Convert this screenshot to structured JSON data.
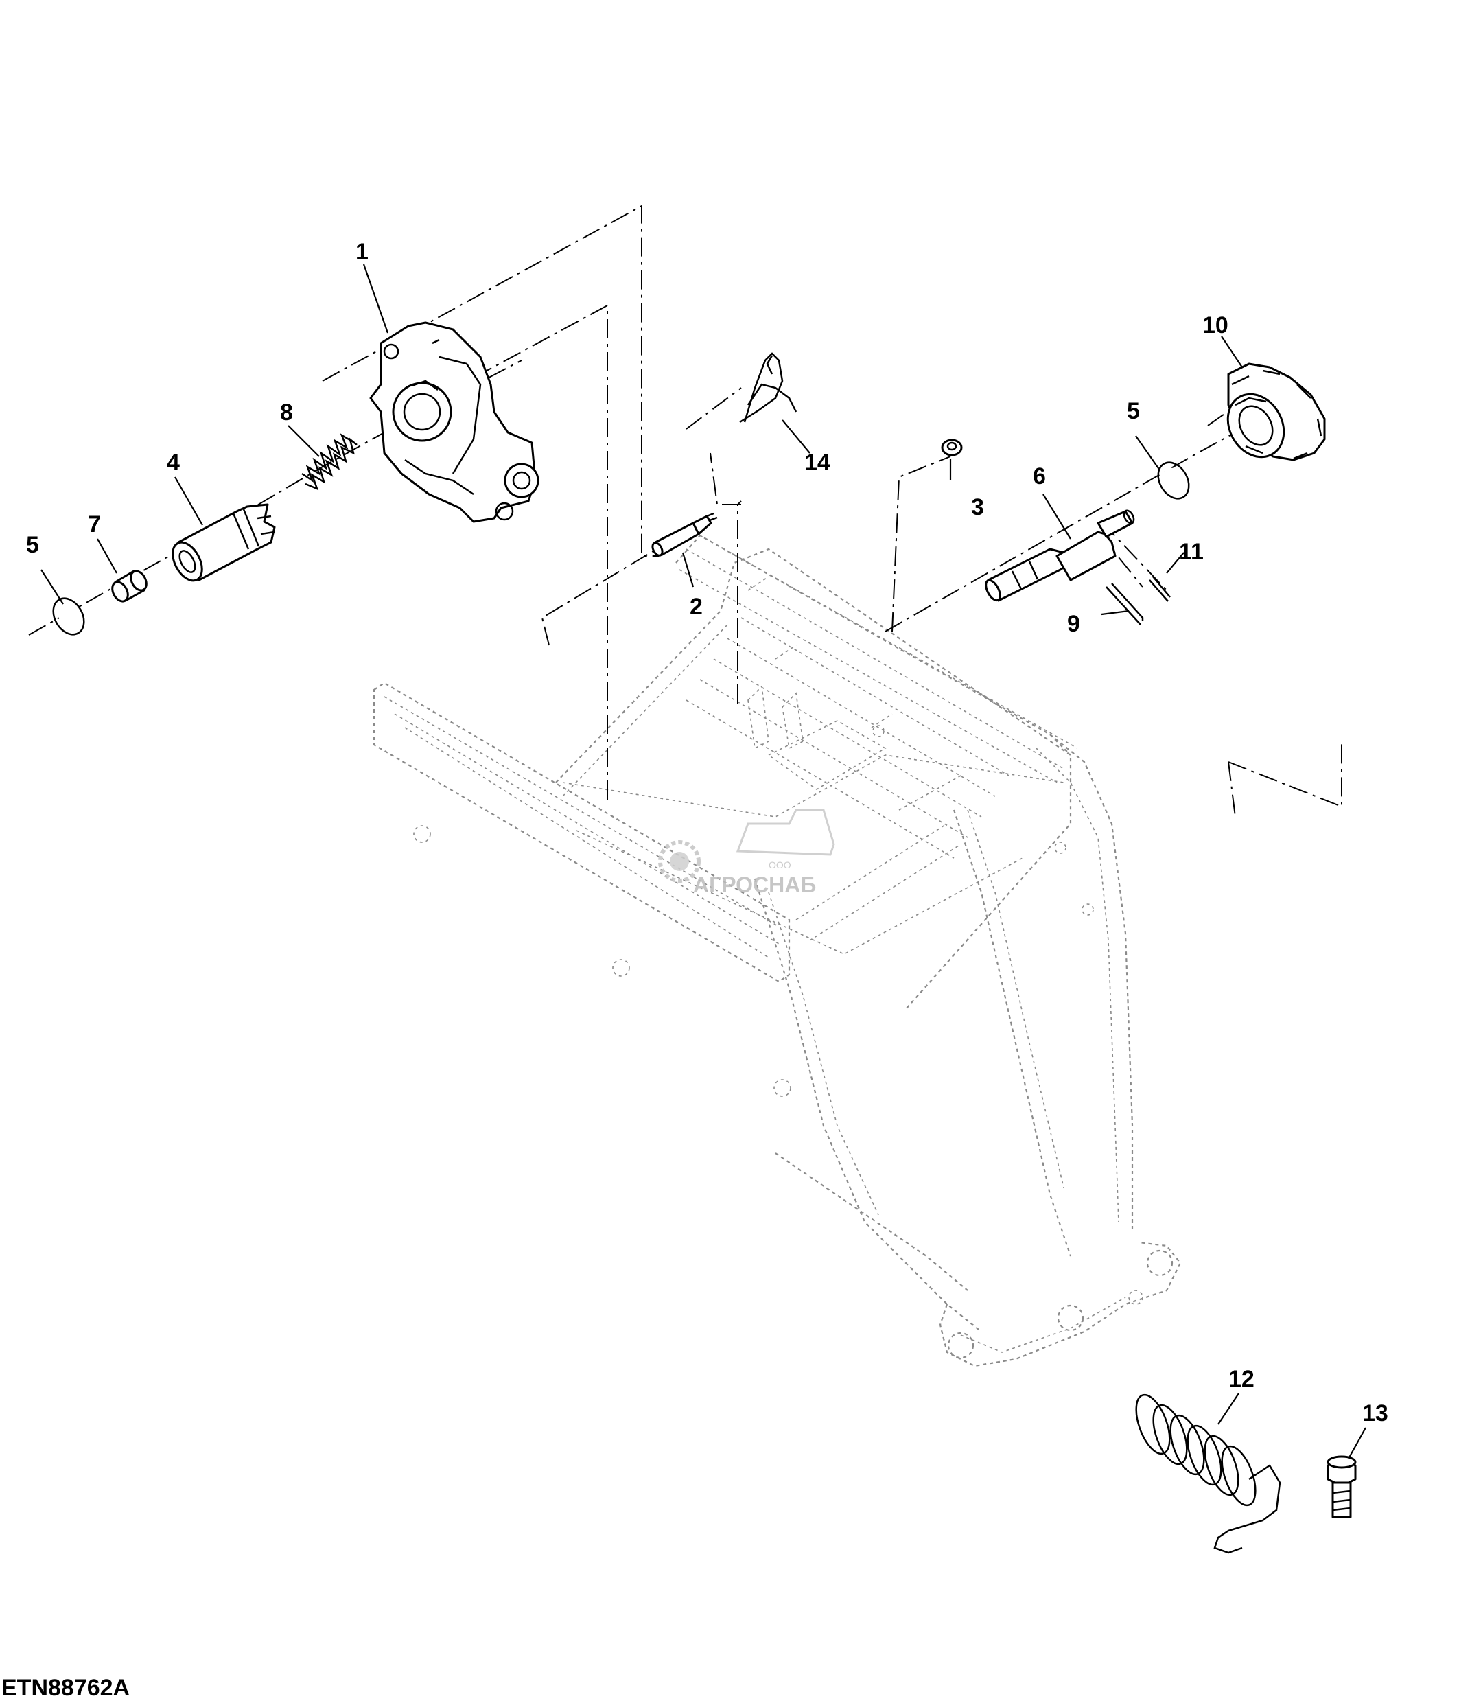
{
  "diagram": {
    "drawing_code": "ETN88762A",
    "watermark": {
      "small_text": "ООО",
      "brand_text": "АГРОСНАБ"
    },
    "callouts": {
      "c1": "1",
      "c2": "2",
      "c3": "3",
      "c4": "4",
      "c5_left": "5",
      "c5_right": "5",
      "c6": "6",
      "c7": "7",
      "c8": "8",
      "c9": "9",
      "c10": "10",
      "c11": "11",
      "c12": "12",
      "c13": "13",
      "c14": "14"
    }
  }
}
